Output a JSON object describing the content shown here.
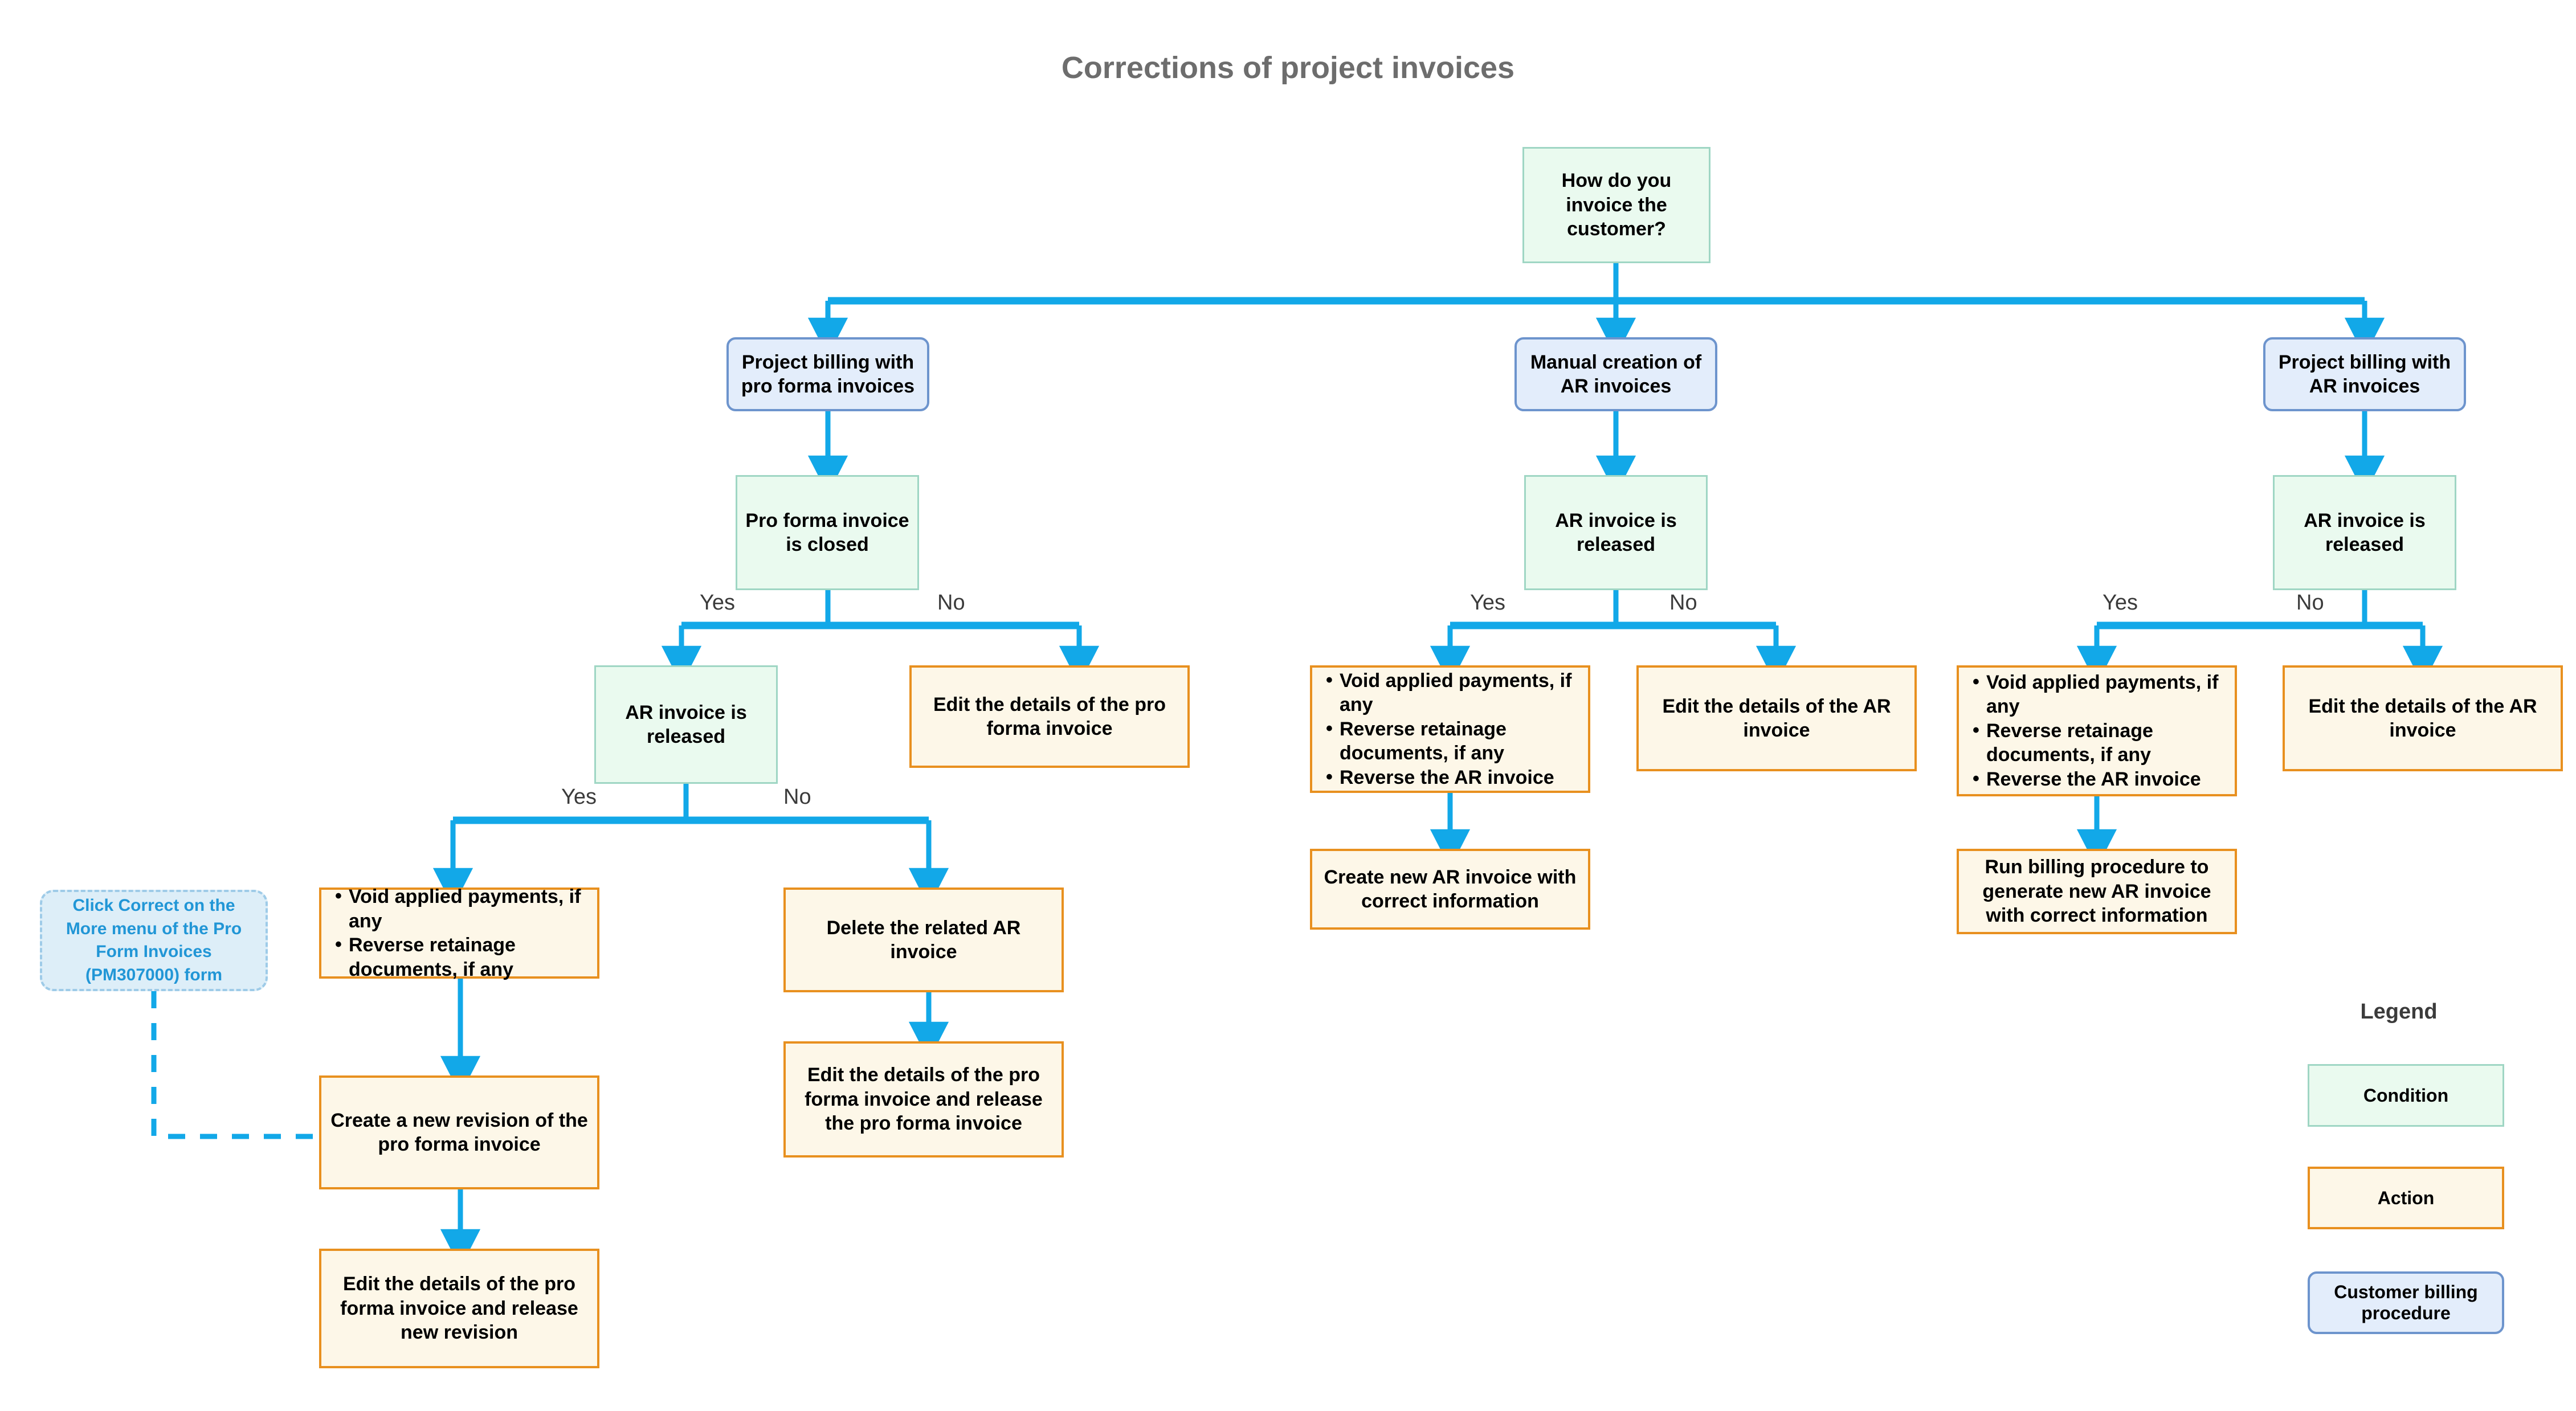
{
  "title": "Corrections of project invoices",
  "colors": {
    "condition_fill": "#eafaef",
    "condition_border": "#9fd6c4",
    "action_fill": "#fdf7e8",
    "action_border": "#e8901f",
    "procedure_fill": "#e3edfb",
    "procedure_border": "#6d94cd",
    "note_fill": "#ddeef8",
    "note_border": "#9ecbe8",
    "note_text": "#2196d6",
    "connector": "#12a8e8",
    "title_text": "#6d6d6d"
  },
  "nodes": {
    "start_condition": "How do you invoice the customer?",
    "proc_left": "Project billing with pro forma invoices",
    "proc_mid": "Manual creation of AR invoices",
    "proc_right": "Project billing with AR invoices",
    "left_cond_1": "Pro forma invoice is closed",
    "left_cond_2": "AR invoice is released",
    "left_no_action": "Edit the details of the pro forma invoice",
    "left_yes_bullets": [
      "Void applied payments, if any",
      "Reverse retainage documents, if any"
    ],
    "left_create_revision": "Create a new revision of the pro forma invoice",
    "left_edit_release_revision": "Edit the details of the pro forma invoice and release new revision",
    "left_delete_ar": "Delete the related AR invoice",
    "left_edit_release_proforma": "Edit the details of the pro forma invoice and release the pro forma invoice",
    "mid_cond": "AR invoice is released",
    "mid_yes_bullets": [
      "Void applied payments, if any",
      "Reverse retainage documents, if any",
      "Reverse the AR invoice"
    ],
    "mid_create_ar": "Create new AR invoice with correct information",
    "mid_no_action": "Edit the details of the AR invoice",
    "right_cond": "AR invoice is released",
    "right_yes_bullets": [
      "Void applied payments, if any",
      "Reverse retainage documents, if any",
      "Reverse the AR invoice"
    ],
    "right_run_billing": "Run billing procedure to generate new AR invoice with correct information",
    "right_no_action": "Edit the details of the AR invoice",
    "note": "Click Correct on the More menu of the Pro Form Invoices (PM307000) form"
  },
  "edge_labels": {
    "left1_yes": "Yes",
    "left1_no": "No",
    "left2_yes": "Yes",
    "left2_no": "No",
    "mid_yes": "Yes",
    "mid_no": "No",
    "right_yes": "Yes",
    "right_no": "No"
  },
  "legend": {
    "heading": "Legend",
    "condition": "Condition",
    "action": "Action",
    "procedure": "Customer billing procedure"
  }
}
